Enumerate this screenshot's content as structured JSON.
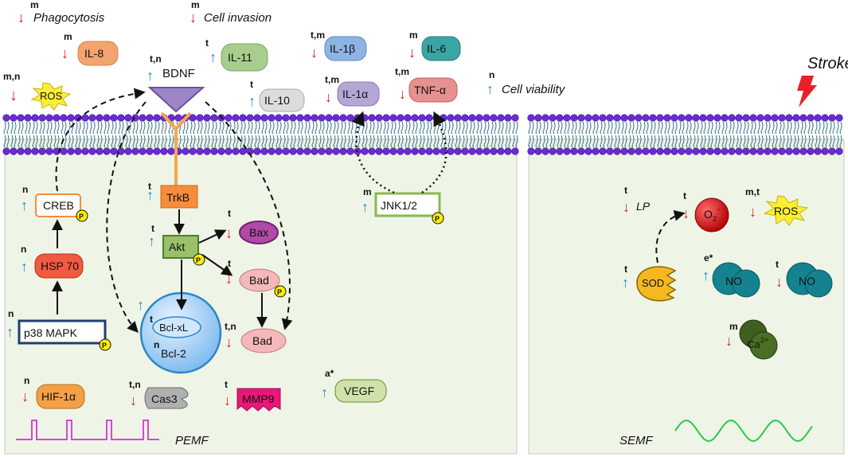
{
  "left_panel": {
    "caption": "PEMF",
    "top_effects": [
      {
        "label": "Phagocytosis",
        "mod": "m",
        "dir": "down"
      },
      {
        "label": "Cell invasion",
        "mod": "m",
        "dir": "down"
      },
      {
        "label": "Cell viability",
        "mod": "n",
        "dir": "up"
      }
    ],
    "cytokines": [
      {
        "label": "IL-8",
        "mod": "m",
        "dir": "down",
        "color": "#f4a46f"
      },
      {
        "label": "IL-11",
        "mod": "t",
        "dir": "up",
        "color": "#a9cd8c"
      },
      {
        "label": "IL-10",
        "mod": "t",
        "dir": "up",
        "color": "#dcdcdc"
      },
      {
        "label": "IL-1β",
        "mod": "t,m",
        "dir": "down",
        "color": "#8eb4e3"
      },
      {
        "label": "IL-6",
        "mod": "m",
        "dir": "down",
        "color": "#3aa5a5"
      },
      {
        "label": "IL-1α",
        "mod": "t,m",
        "dir": "down",
        "color": "#b4a7d6"
      },
      {
        "label": "TNF-α",
        "mod": "t,m",
        "dir": "down",
        "color": "#e69190"
      }
    ],
    "ros": {
      "label": "ROS",
      "mod": "m,n",
      "dir": "down"
    },
    "bdnf": {
      "label": "BDNF",
      "mod": "t,n",
      "dir": "up"
    },
    "receptor": {
      "label": "TrkB",
      "mod": "t",
      "dir": "up"
    },
    "akt": {
      "label": "Akt",
      "mod": "t",
      "dir": "up"
    },
    "bax": {
      "label": "Bax",
      "mod": "t",
      "dir": "down"
    },
    "bad_top": {
      "label": "Bad",
      "mod": "t",
      "dir": "down"
    },
    "bad_bottom": {
      "label": "Bad",
      "mod": "t,n",
      "dir": "down"
    },
    "bcl_xl": {
      "label": "Bcl-xL",
      "mod": "t"
    },
    "bcl_2": {
      "label": "Bcl-2",
      "mod": "n"
    },
    "creb": {
      "label": "CREB",
      "mod": "n",
      "dir": "up"
    },
    "hsp70": {
      "label": "HSP 70",
      "mod": "n",
      "dir": "up"
    },
    "p38": {
      "label": "p38 MAPK",
      "mod": "n",
      "dir": "up"
    },
    "jnk": {
      "label": "JNK1/2",
      "mod": "m",
      "dir": "up"
    },
    "hif": {
      "label": "HIF-1α",
      "mod": "n",
      "dir": "down"
    },
    "cas3": {
      "label": "Cas3",
      "mod": "t,n",
      "dir": "down"
    },
    "mmp9": {
      "label": "MMP9",
      "mod": "t",
      "dir": "down"
    },
    "vegf": {
      "label": "VEGF",
      "mod": "a*",
      "dir": "up"
    },
    "phospho": "P"
  },
  "right_panel": {
    "caption": "SEMF",
    "stroke": "Stroke",
    "lp": {
      "label": "LP",
      "mod": "t",
      "dir": "down"
    },
    "o2": {
      "label": "O",
      "sub": "2",
      "sup": "-",
      "mod": "t",
      "dir": "down"
    },
    "ros": {
      "label": "ROS",
      "mod": "m,t",
      "dir": "down"
    },
    "sod": {
      "label": "SOD",
      "mod": "t",
      "dir": "up"
    },
    "no_up": {
      "label": "NO",
      "mod": "e*",
      "dir": "up"
    },
    "no_down": {
      "label": "NO",
      "mod": "t",
      "dir": "down"
    },
    "ca": {
      "label": "Ca",
      "sup": "2+",
      "mod": "m",
      "dir": "down"
    }
  },
  "colors": {
    "cytoplasm": "#eef5e6",
    "membrane_head": "#6a2bd3",
    "membrane_tail": "#2e6c86",
    "up_arrow": "#2e86c8",
    "down_arrow": "#d62020",
    "pemf_wave": "#e040e0",
    "semf_wave": "#2ec84e",
    "stroke_bolt": "#e8202a"
  }
}
